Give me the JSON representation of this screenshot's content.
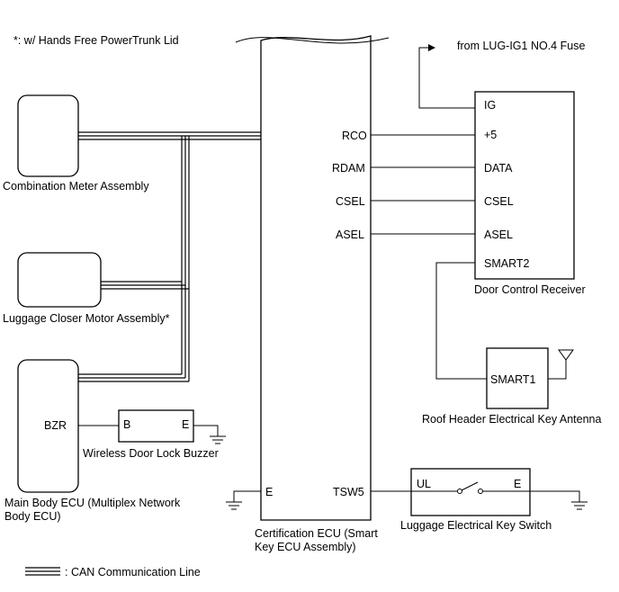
{
  "note": "*: w/ Hands Free PowerTrunk Lid",
  "fuse_label": "from LUG-IG1 NO.4 Fuse",
  "combination_meter": {
    "label": "Combination Meter Assembly"
  },
  "luggage_closer": {
    "label": "Luggage Closer Motor Assembly*"
  },
  "main_body_ecu": {
    "label_line1": "Main Body ECU (Multiplex Network",
    "label_line2": "Body ECU)",
    "pin_bzr": "BZR"
  },
  "buzzer": {
    "label": "Wireless Door Lock Buzzer",
    "pin_b": "B",
    "pin_e": "E"
  },
  "certification_ecu": {
    "label_line1": "Certification ECU (Smart",
    "label_line2": "Key ECU Assembly)",
    "pins": {
      "rco": "RCO",
      "rdam": "RDAM",
      "csel": "CSEL",
      "asel": "ASEL",
      "tsw5": "TSW5",
      "e": "E"
    }
  },
  "door_control_receiver": {
    "label": "Door Control Receiver",
    "pins": {
      "ig": "IG",
      "plus5": "+5",
      "data": "DATA",
      "csel": "CSEL",
      "asel": "ASEL",
      "smart2": "SMART2"
    }
  },
  "antenna": {
    "label": "Roof Header Electrical Key Antenna",
    "pin": "SMART1"
  },
  "key_switch": {
    "label": "Luggage Electrical Key Switch",
    "pin_ul": "UL",
    "pin_e": "E"
  },
  "legend": {
    "can_label": ": CAN Communication Line"
  }
}
